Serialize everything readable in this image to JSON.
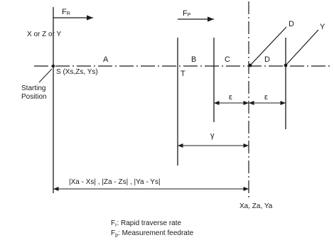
{
  "diagram": {
    "rapid_arrow_label": "F",
    "rapid_arrow_sub": "R",
    "measure_arrow_label": "F",
    "measure_arrow_sub": "P",
    "axis_label": "X or Z or Y",
    "start_point_label": "S (Xs,Zs, Ys)",
    "start_caption_line1": "Starting",
    "start_caption_line2": "Position",
    "segment_a": "A",
    "segment_b": "B",
    "segment_c": "C",
    "segment_d": "D",
    "point_t": "T",
    "signal_d": "D",
    "signal_y": "Y",
    "epsilon_left": "ε",
    "epsilon_right": "ε",
    "gamma": "γ",
    "distance_label": "|Xa - Xs| , |Za - Zs| , |Ya - Ys|",
    "target_label": "Xa, Za, Ya"
  },
  "legend": {
    "rapid_symbol": "F",
    "rapid_sub": "r",
    "rapid_text": ":  Rapid traverse rate",
    "measure_symbol": "F",
    "measure_sub": "p",
    "measure_text": ":  Measurement feedrate"
  }
}
